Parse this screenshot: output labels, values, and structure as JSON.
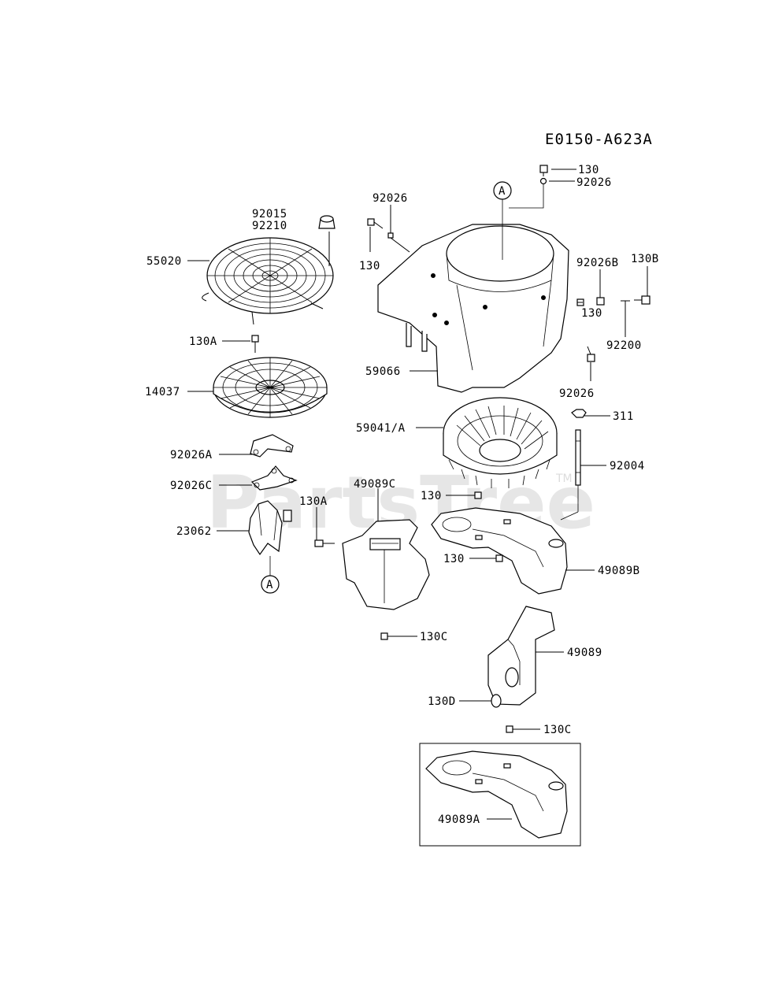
{
  "diagram": {
    "code": "E0150-A623A",
    "watermark": "PartsTree",
    "watermark_mark": "TM",
    "callout_ref": "A",
    "labels": {
      "p130_top": "130",
      "p92026_top": "92026",
      "p92026_left": "92026",
      "p92015": "92015",
      "p92210": "92210",
      "p55020": "55020",
      "p130_left": "130",
      "p92026B": "92026B",
      "p130B": "130B",
      "p130_right": "130",
      "p92200": "92200",
      "p130A_top": "130A",
      "p59066": "59066",
      "p14037": "14037",
      "p92026_lower": "92026",
      "p311": "311",
      "p59041A": "59041/A",
      "p92004": "92004",
      "p92026A": "92026A",
      "p49089C": "49089C",
      "p92026C": "92026C",
      "p130_mid": "130",
      "p130A_mid": "130A",
      "p23062": "23062",
      "p130_shroud": "130",
      "p49089B": "49089B",
      "p130C_mid": "130C",
      "p49089": "49089",
      "p130D": "130D",
      "p130C_low": "130C",
      "p49089A": "49089A"
    }
  }
}
